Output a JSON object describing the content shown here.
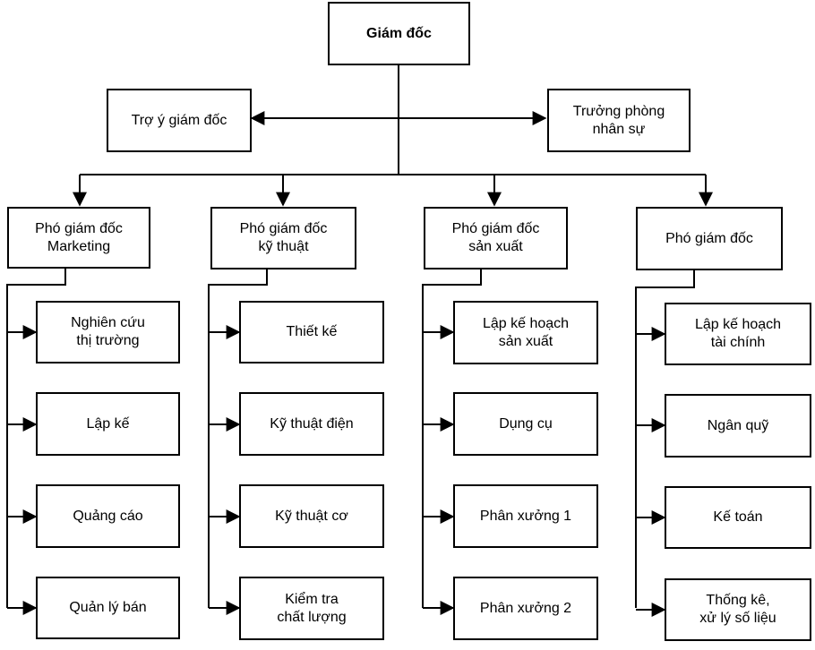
{
  "director": "Giám đốc",
  "assistant": "Trợ ý giám đốc",
  "hr_head": "Trưởng phòng\nnhân sự",
  "departments": [
    {
      "head": "Phó giám đốc\nMarketing",
      "units": [
        "Nghiên cứu\nthị trường",
        "Lập kế",
        "Quảng cáo",
        "Quản lý bán"
      ]
    },
    {
      "head": "Phó giám đốc\nkỹ thuật",
      "units": [
        "Thiết kế",
        "Kỹ thuật điện",
        "Kỹ thuật cơ",
        "Kiểm tra\nchất lượng"
      ]
    },
    {
      "head": "Phó giám đốc\nsản xuất",
      "units": [
        "Lập kế hoạch\nsản xuất",
        "Dụng cụ",
        "Phân xưởng 1",
        "Phân xưởng 2"
      ]
    },
    {
      "head": "Phó giám đốc",
      "units": [
        "Lập kế hoạch\ntài chính",
        "Ngân quỹ",
        "Kế toán",
        "Thống kê,\nxử lý số liệu"
      ]
    }
  ]
}
